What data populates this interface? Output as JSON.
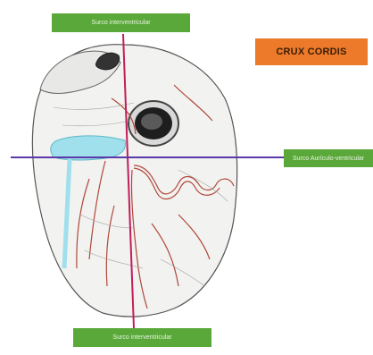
{
  "labels": {
    "crux": "CRUX CORDIS",
    "top": "Surco interventricular",
    "bottom": "Surco interventricular",
    "right": "Surco Aurículo-ventricular"
  },
  "colors": {
    "crux_box": "#ec7a2a",
    "label_green": "#5aa83a",
    "vertical_line": "#c21e5a",
    "horizontal_line": "#5a3aa8",
    "sinus": "#9fe0ec"
  }
}
